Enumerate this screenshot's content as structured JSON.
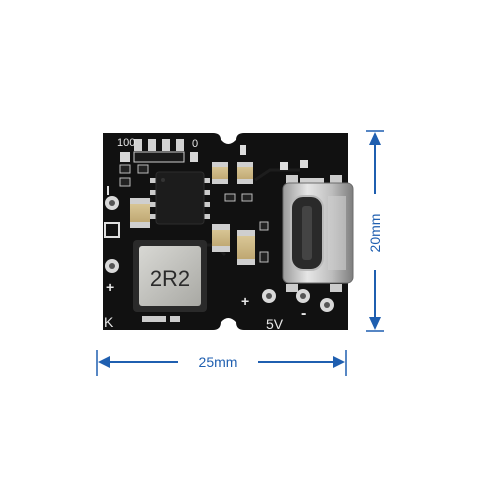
{
  "board": {
    "inductor_label": "2R2",
    "silk_100": "100",
    "silk_0": "0",
    "silk_plus_left": "+",
    "silk_plus_mid": "+",
    "silk_minus": "-",
    "silk_k": "K",
    "silk_5v": "5V"
  },
  "dimensions": {
    "width_label": "25mm",
    "height_label": "20mm",
    "arrow_color": "#1f5fb0",
    "pcb_color": "#111111"
  }
}
